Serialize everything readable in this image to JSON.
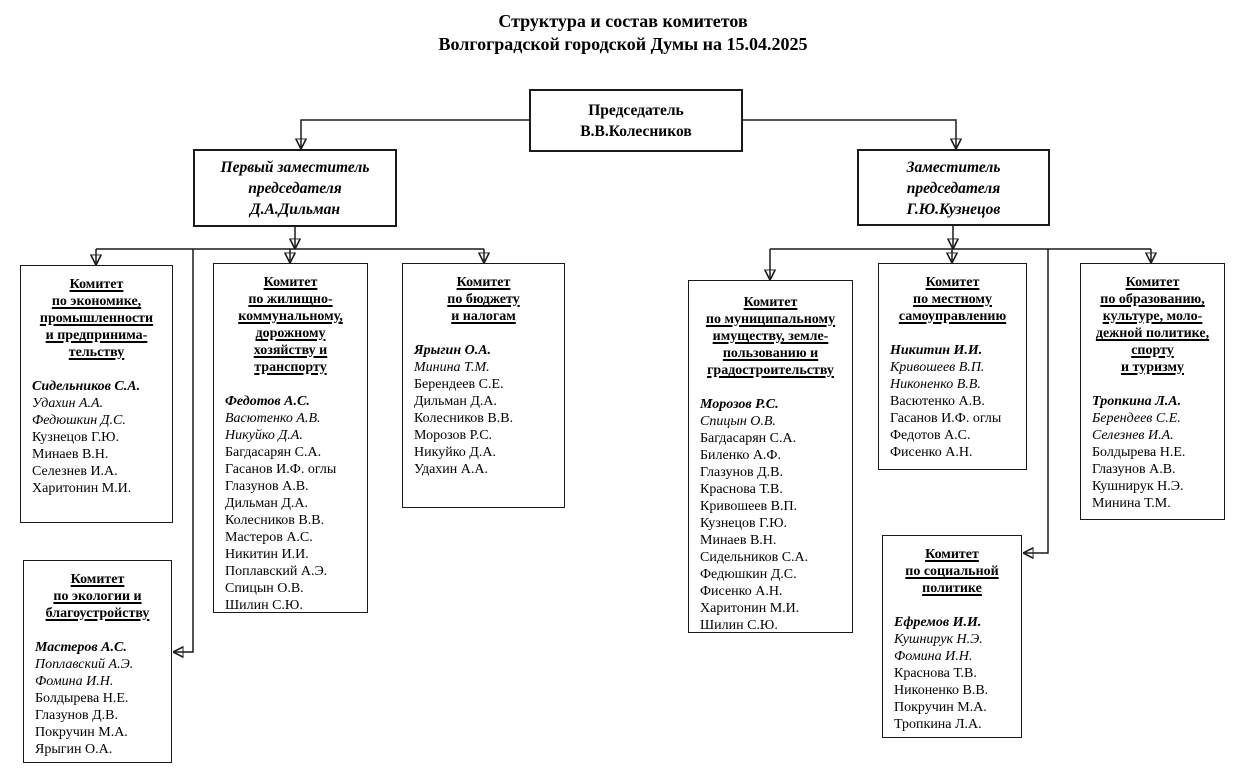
{
  "colors": {
    "background": "#ffffff",
    "text": "#000000",
    "line": "#1a1a1a"
  },
  "title": {
    "line1": "Структура и состав комитетов",
    "line2": "Волгоградской городской Думы на 15.04.2025"
  },
  "chairman": {
    "role": "Председатель",
    "name": "В.В.Колесников"
  },
  "first_deputy": {
    "role_line1": "Первый заместитель",
    "role_line2": "председателя",
    "name": "Д.А.Дильман"
  },
  "deputy": {
    "role_line1": "Заместитель",
    "role_line2": "председателя",
    "name": "Г.Ю.Кузнецов"
  },
  "committees": [
    {
      "id": "economy",
      "title_lines": [
        "Комитет",
        "по экономике,",
        "промышленности",
        "и предпринима-",
        "тельству"
      ],
      "members": [
        {
          "name": "Сидельников С.А.",
          "style": "chair"
        },
        {
          "name": "Удахин А.А.",
          "style": "italic"
        },
        {
          "name": "Федюшкин Д.С.",
          "style": "italic"
        },
        {
          "name": "Кузнецов Г.Ю.",
          "style": "regular"
        },
        {
          "name": "Минаев В.Н.",
          "style": "regular"
        },
        {
          "name": "Селезнев И.А.",
          "style": "regular"
        },
        {
          "name": "Харитонин М.И.",
          "style": "regular"
        }
      ]
    },
    {
      "id": "housing",
      "title_lines": [
        "Комитет",
        "по жилищно-",
        "коммунальному,",
        "дорожному",
        "хозяйству и",
        "транспорту"
      ],
      "members": [
        {
          "name": "Федотов А.С.",
          "style": "chair"
        },
        {
          "name": "Васютенко А.В.",
          "style": "italic"
        },
        {
          "name": "Никуйко Д.А.",
          "style": "italic"
        },
        {
          "name": "Багдасарян С.А.",
          "style": "regular"
        },
        {
          "name": "Гасанов И.Ф. оглы",
          "style": "regular"
        },
        {
          "name": "Глазунов А.В.",
          "style": "regular"
        },
        {
          "name": "Дильман Д.А.",
          "style": "regular"
        },
        {
          "name": "Колесников В.В.",
          "style": "regular"
        },
        {
          "name": "Мастеров А.С.",
          "style": "regular"
        },
        {
          "name": "Никитин И.И.",
          "style": "regular"
        },
        {
          "name": "Поплавский А.Э.",
          "style": "regular"
        },
        {
          "name": "Спицын О.В.",
          "style": "regular"
        },
        {
          "name": "Шилин С.Ю.",
          "style": "regular"
        }
      ]
    },
    {
      "id": "budget",
      "title_lines": [
        "Комитет",
        "по бюджету",
        "и налогам"
      ],
      "members": [
        {
          "name": "Ярыгин О.А.",
          "style": "chair"
        },
        {
          "name": "Минина Т.М.",
          "style": "italic"
        },
        {
          "name": "Берендеев С.Е.",
          "style": "regular"
        },
        {
          "name": "Дильман Д.А.",
          "style": "regular"
        },
        {
          "name": "Колесников В.В.",
          "style": "regular"
        },
        {
          "name": "Морозов Р.С.",
          "style": "regular"
        },
        {
          "name": "Никуйко Д.А.",
          "style": "regular"
        },
        {
          "name": "Удахин А.А.",
          "style": "regular"
        }
      ]
    },
    {
      "id": "municipal",
      "title_lines": [
        "Комитет",
        "по муниципальному",
        "имуществу, земле-",
        "пользованию и",
        "градостроительству"
      ],
      "members": [
        {
          "name": "Морозов Р.С.",
          "style": "chair"
        },
        {
          "name": "Спицын О.В.",
          "style": "italic"
        },
        {
          "name": "Багдасарян С.А.",
          "style": "regular"
        },
        {
          "name": "Биленко А.Ф.",
          "style": "regular"
        },
        {
          "name": "Глазунов Д.В.",
          "style": "regular"
        },
        {
          "name": "Краснова Т.В.",
          "style": "regular"
        },
        {
          "name": "Кривошеев В.П.",
          "style": "regular"
        },
        {
          "name": "Кузнецов Г.Ю.",
          "style": "regular"
        },
        {
          "name": "Минаев В.Н.",
          "style": "regular"
        },
        {
          "name": "Сидельников С.А.",
          "style": "regular"
        },
        {
          "name": "Федюшкин Д.С.",
          "style": "regular"
        },
        {
          "name": "Фисенко А.Н.",
          "style": "regular"
        },
        {
          "name": "Харитонин М.И.",
          "style": "regular"
        },
        {
          "name": "Шилин С.Ю.",
          "style": "regular"
        }
      ]
    },
    {
      "id": "selfgov",
      "title_lines": [
        "Комитет",
        "по местному",
        "самоуправлению"
      ],
      "members": [
        {
          "name": "Никитин И.И.",
          "style": "chair"
        },
        {
          "name": "Кривошеев В.П.",
          "style": "italic"
        },
        {
          "name": "Никоненко В.В.",
          "style": "italic"
        },
        {
          "name": "Васютенко А.В.",
          "style": "regular"
        },
        {
          "name": "Гасанов И.Ф. оглы",
          "style": "regular"
        },
        {
          "name": "Федотов А.С.",
          "style": "regular"
        },
        {
          "name": "Фисенко А.Н.",
          "style": "regular"
        }
      ]
    },
    {
      "id": "education",
      "title_lines": [
        "Комитет",
        "по образованию,",
        "культуре, моло-",
        "дежной политике,",
        "спорту",
        "и туризму"
      ],
      "members": [
        {
          "name": "Тропкина Л.А.",
          "style": "chair"
        },
        {
          "name": "Берендеев С.Е.",
          "style": "italic"
        },
        {
          "name": "Селезнев И.А.",
          "style": "italic"
        },
        {
          "name": "Болдырева Н.Е.",
          "style": "regular"
        },
        {
          "name": "Глазунов А.В.",
          "style": "regular"
        },
        {
          "name": "Кушнирук Н.Э.",
          "style": "regular"
        },
        {
          "name": "Минина Т.М.",
          "style": "regular"
        }
      ]
    },
    {
      "id": "social",
      "title_lines": [
        "Комитет",
        "по социальной",
        "политике"
      ],
      "members": [
        {
          "name": "Ефремов И.И.",
          "style": "chair"
        },
        {
          "name": "Кушнирук Н.Э.",
          "style": "italic"
        },
        {
          "name": "Фомина И.Н.",
          "style": "italic"
        },
        {
          "name": "Краснова Т.В.",
          "style": "regular"
        },
        {
          "name": "Никоненко В.В.",
          "style": "regular"
        },
        {
          "name": "Покручин М.А.",
          "style": "regular"
        },
        {
          "name": "Тропкина Л.А.",
          "style": "regular"
        }
      ]
    },
    {
      "id": "ecology",
      "title_lines": [
        "Комитет",
        "по экологии и",
        "благоустройству"
      ],
      "members": [
        {
          "name": "Мастеров А.С.",
          "style": "chair"
        },
        {
          "name": "Поплавский А.Э.",
          "style": "italic"
        },
        {
          "name": "Фомина И.Н.",
          "style": "italic"
        },
        {
          "name": "Болдырева Н.Е.",
          "style": "regular"
        },
        {
          "name": "Глазунов Д.В.",
          "style": "regular"
        },
        {
          "name": "Покручин М.А.",
          "style": "regular"
        },
        {
          "name": "Ярыгин О.А.",
          "style": "regular"
        }
      ]
    }
  ]
}
